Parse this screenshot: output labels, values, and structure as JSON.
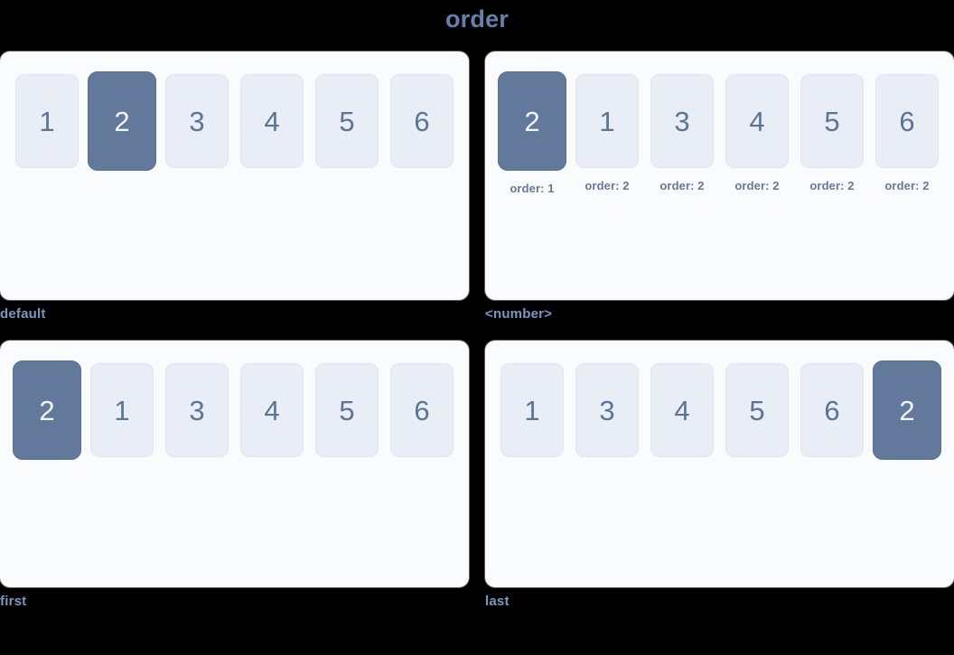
{
  "title": "order",
  "colors": {
    "background": "#000000",
    "panel": "#fafbfd",
    "tile": "#e9eef6",
    "tile_selected": "#62799c",
    "text_accent": "#6581ab",
    "number": "#5b7394"
  },
  "panels": [
    {
      "caption": "default",
      "items": [
        {
          "number": "1",
          "selected": false,
          "order_label": ""
        },
        {
          "number": "2",
          "selected": true,
          "order_label": ""
        },
        {
          "number": "3",
          "selected": false,
          "order_label": ""
        },
        {
          "number": "4",
          "selected": false,
          "order_label": ""
        },
        {
          "number": "5",
          "selected": false,
          "order_label": ""
        },
        {
          "number": "6",
          "selected": false,
          "order_label": ""
        }
      ]
    },
    {
      "caption": "<number>",
      "items": [
        {
          "number": "2",
          "selected": true,
          "order_label": "order: 1"
        },
        {
          "number": "1",
          "selected": false,
          "order_label": "order: 2"
        },
        {
          "number": "3",
          "selected": false,
          "order_label": "order: 2"
        },
        {
          "number": "4",
          "selected": false,
          "order_label": "order: 2"
        },
        {
          "number": "5",
          "selected": false,
          "order_label": "order: 2"
        },
        {
          "number": "6",
          "selected": false,
          "order_label": "order: 2"
        }
      ]
    },
    {
      "caption": "first",
      "items": [
        {
          "number": "2",
          "selected": true,
          "order_label": ""
        },
        {
          "number": "1",
          "selected": false,
          "order_label": ""
        },
        {
          "number": "3",
          "selected": false,
          "order_label": ""
        },
        {
          "number": "4",
          "selected": false,
          "order_label": ""
        },
        {
          "number": "5",
          "selected": false,
          "order_label": ""
        },
        {
          "number": "6",
          "selected": false,
          "order_label": ""
        }
      ]
    },
    {
      "caption": "last",
      "items": [
        {
          "number": "1",
          "selected": false,
          "order_label": ""
        },
        {
          "number": "3",
          "selected": false,
          "order_label": ""
        },
        {
          "number": "4",
          "selected": false,
          "order_label": ""
        },
        {
          "number": "5",
          "selected": false,
          "order_label": ""
        },
        {
          "number": "6",
          "selected": false,
          "order_label": ""
        },
        {
          "number": "2",
          "selected": true,
          "order_label": ""
        }
      ]
    }
  ]
}
